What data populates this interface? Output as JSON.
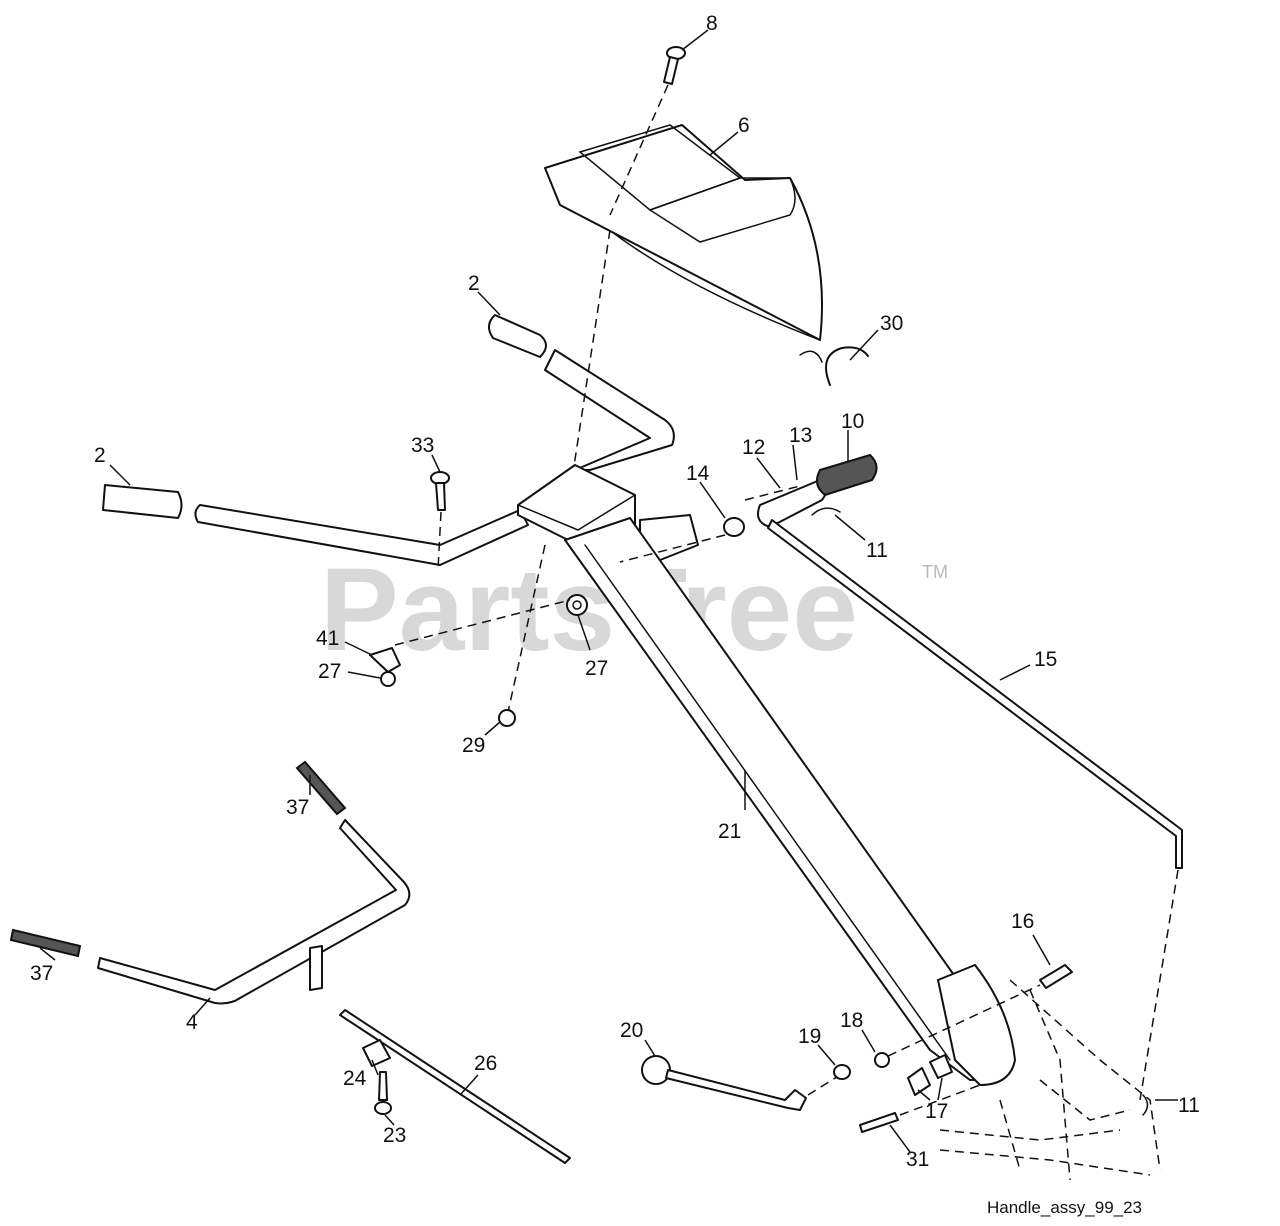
{
  "watermark": {
    "brand": "PartsTree",
    "tm": "TM"
  },
  "caption": "Handle_assy_99_23",
  "callouts": [
    "8",
    "6",
    "2",
    "30",
    "10",
    "33",
    "2",
    "12",
    "13",
    "14",
    "11",
    "27",
    "41",
    "27",
    "15",
    "29",
    "37",
    "21",
    "16",
    "37",
    "4",
    "20",
    "19",
    "18",
    "26",
    "24",
    "17",
    "11",
    "23",
    "31"
  ]
}
